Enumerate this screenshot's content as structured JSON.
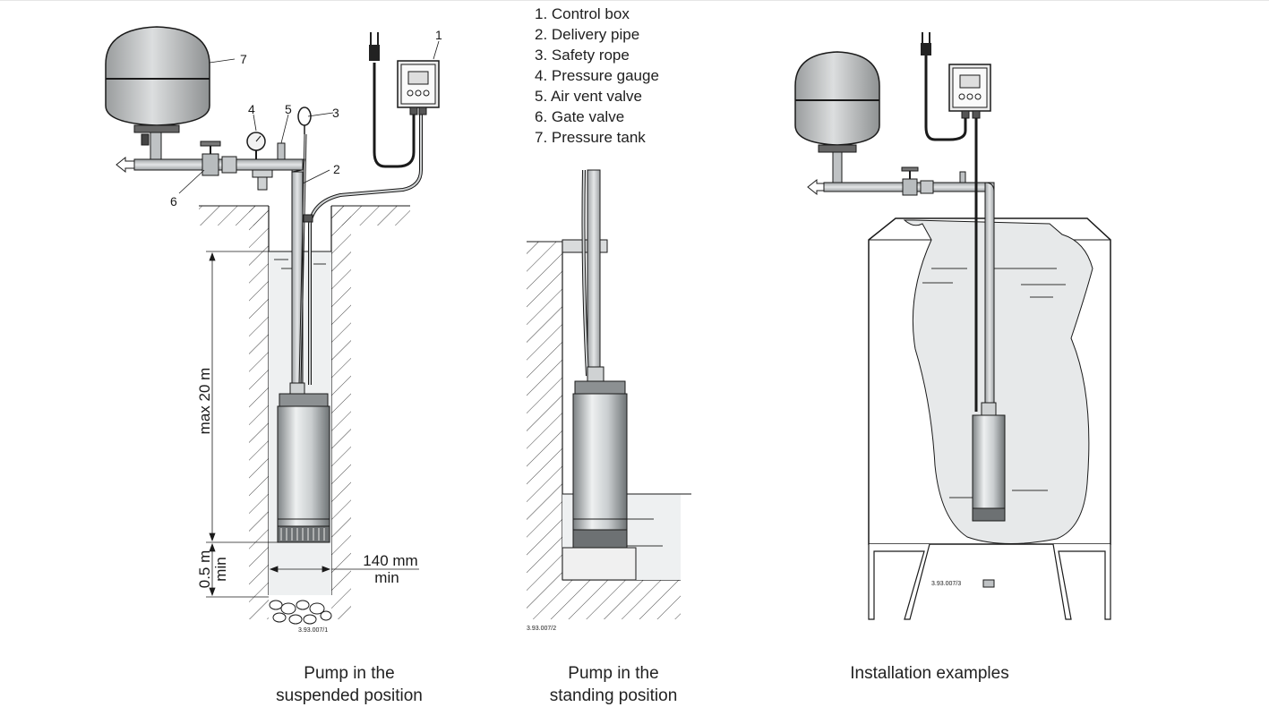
{
  "legend": [
    "1. Control box",
    "2. Delivery pipe",
    "3. Safety rope",
    "4. Pressure gauge",
    "5. Air vent valve",
    "6. Gate valve",
    "7. Pressure tank"
  ],
  "callouts": [
    "1",
    "2",
    "3",
    "4",
    "5",
    "6",
    "7"
  ],
  "dimensions": {
    "depth": "max 20 m",
    "bottom_gap_1": "0.5 m",
    "bottom_gap_2": "min",
    "width_1": "140 mm",
    "width_2": "min"
  },
  "figure_codes": [
    "3.93.007/1",
    "3.93.007/2",
    "3.93.007/3"
  ],
  "captions": {
    "suspended": [
      "Pump in the",
      "suspended position"
    ],
    "standing": [
      "Pump in the",
      "standing position"
    ],
    "examples": [
      "Installation examples"
    ]
  },
  "colors": {
    "line": "#1a1a1a",
    "water": "#e9ebec",
    "hatch": "#444444"
  }
}
